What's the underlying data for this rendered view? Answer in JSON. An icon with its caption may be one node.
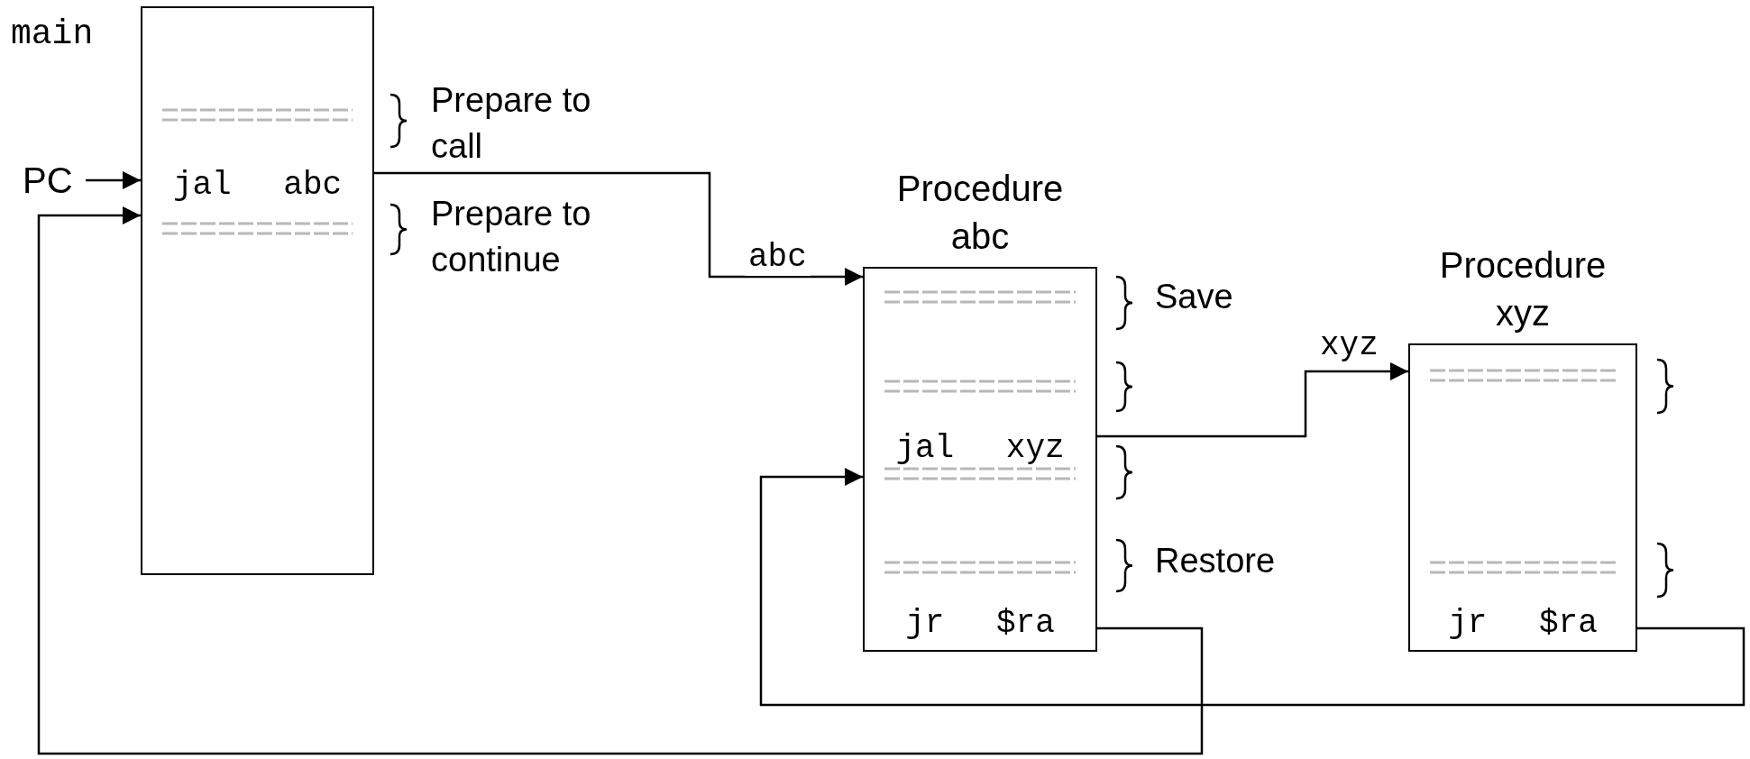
{
  "diagram": {
    "nodes": [
      {
        "text": [
          "main",
          "jal abc"
        ]
      },
      {
        "text": [
          "PC"
        ]
      },
      {
        "text": [
          "Procedure abc",
          "jal xyz",
          "jr $ra"
        ]
      },
      {
        "text": [
          "Procedure xyz",
          "jr $ra"
        ]
      }
    ],
    "edges": [
      {
        "from": 1,
        "to": 0,
        "arrow": "to"
      },
      {
        "from": 0,
        "to": 2,
        "arrow": "to",
        "label": "abc"
      },
      {
        "from": 2,
        "to": 3,
        "arrow": "to",
        "label": "xyz"
      },
      {
        "from": 3,
        "to": 2,
        "arrow": "to"
      },
      {
        "from": 2,
        "to": 0,
        "arrow": "to"
      }
    ],
    "labels": [
      "Prepare to call",
      "Prepare to continue",
      "Save",
      "Restore"
    ]
  }
}
